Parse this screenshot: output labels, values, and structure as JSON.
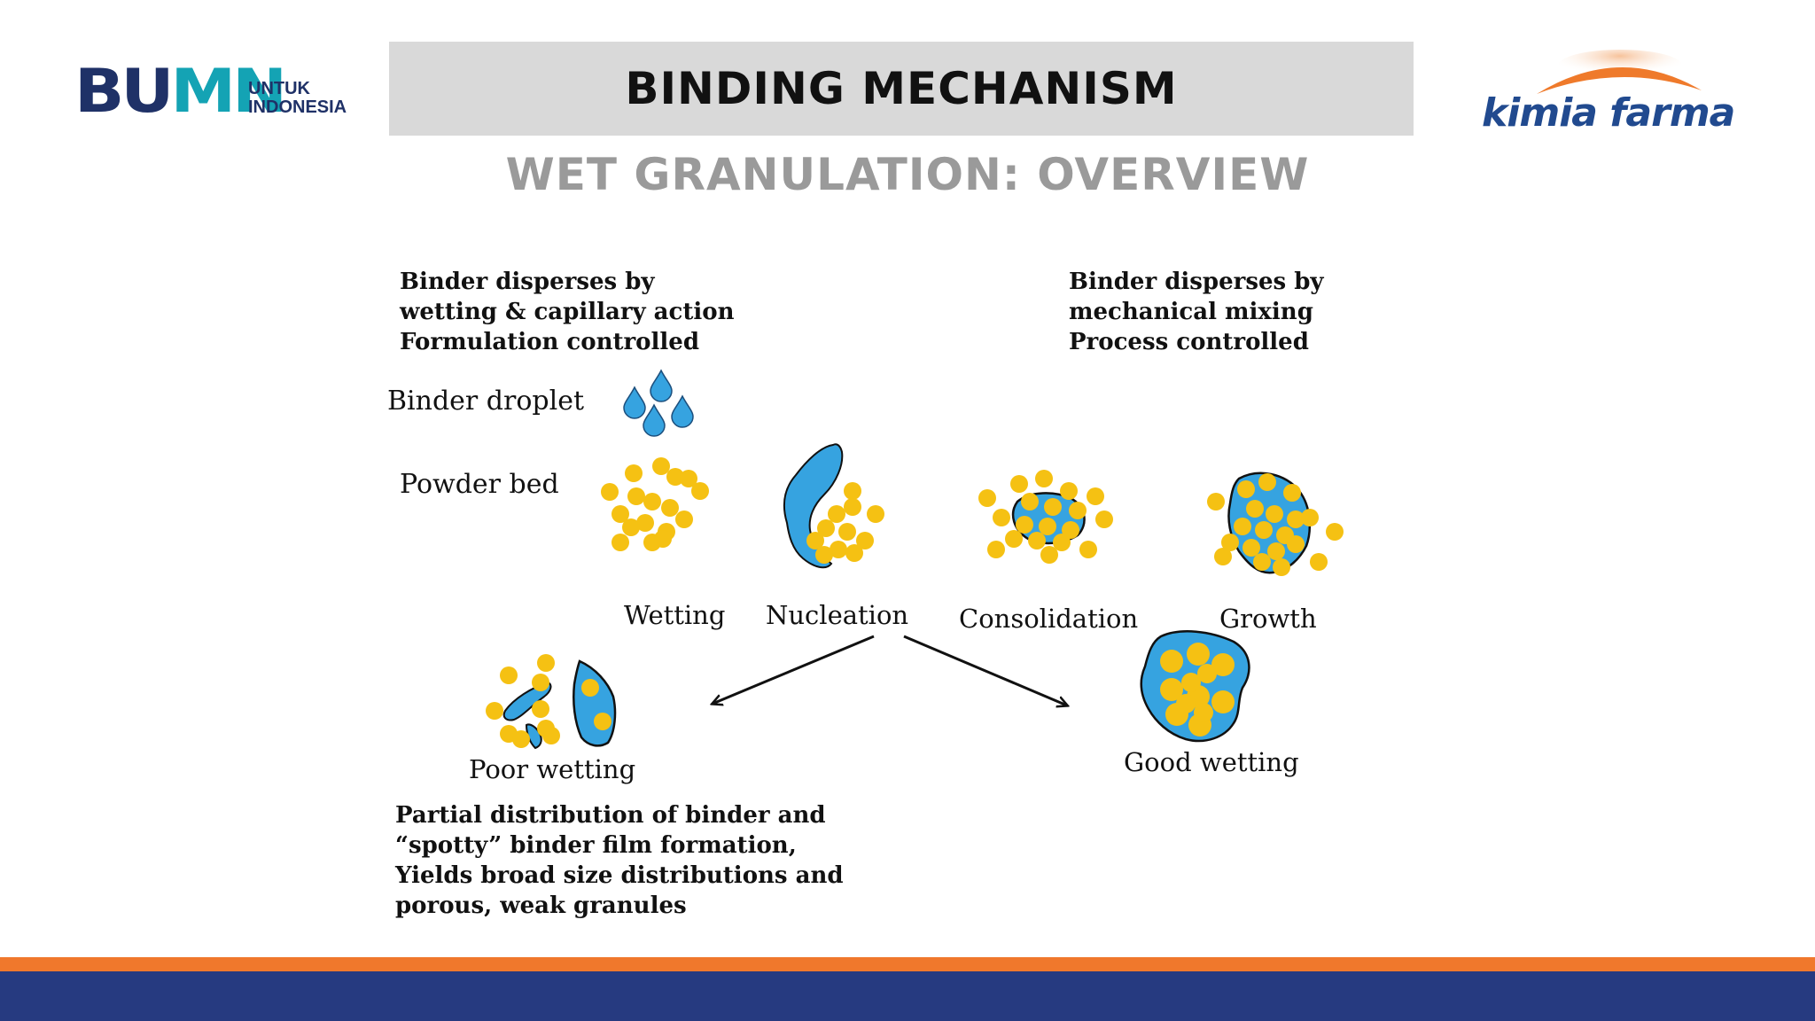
{
  "header": {
    "bumn_logo": {
      "word": [
        "B",
        "U",
        "M",
        "N"
      ],
      "tagline_line1": "UNTUK",
      "tagline_line2": "INDONESIA"
    },
    "title": "BINDING MECHANISM",
    "kf_logo": {
      "text": "kimia farma"
    }
  },
  "subtitle": "WET GRANULATION: OVERVIEW",
  "diagram": {
    "left_note": [
      "Binder disperses by",
      "wetting & capillary action",
      "Formulation controlled"
    ],
    "right_note": [
      "Binder disperses by",
      "mechanical mixing",
      "Process controlled"
    ],
    "binder_droplet_label": "Binder droplet",
    "powder_bed_label": "Powder bed",
    "stages": [
      "Wetting",
      "Nucleation",
      "Consolidation",
      "Growth"
    ],
    "poor_wetting_label": "Poor wetting",
    "good_wetting_label": "Good wetting",
    "poor_note": [
      "Partial distribution of binder and",
      "“spotty” binder film formation,",
      "Yields broad size distributions and",
      "porous, weak granules"
    ]
  },
  "colors": {
    "particle": "#f5c113",
    "binder": "#36a3e0",
    "title_band": "#d9d9d9",
    "subtitle": "#9a9a9a",
    "bumn_navy": "#1f3167",
    "bumn_teal": "#14a3b4",
    "kf_blue": "#214a8f",
    "kf_orange": "#ef7a2b",
    "bar_orange": "#f0782c",
    "bar_navy": "#263a80"
  }
}
